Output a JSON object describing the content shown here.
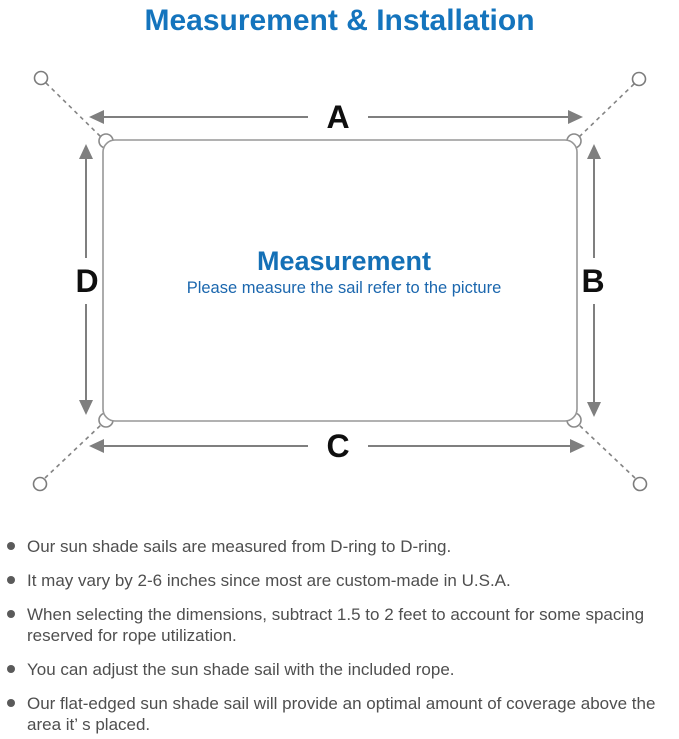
{
  "title": "Measurement & Installation",
  "colors": {
    "title_blue": "#1474bd",
    "center_heading_blue": "#1470b6",
    "center_subtext_blue": "#1b67ae",
    "diagram_line_gray": "#7f7f7f",
    "edge_letter_black": "#0f0f0f",
    "body_text_gray": "#4f4f4f"
  },
  "diagram": {
    "center_heading": "Measurement",
    "center_subtext": "Please measure the sail refer to the picture",
    "edge_labels": {
      "top": "A",
      "right": "B",
      "bottom": "C",
      "left": "D"
    }
  },
  "bullets": [
    "Our sun shade sails are measured from D-ring to D-ring.",
    "It may vary by 2-6 inches since most are custom-made in U.S.A.",
    "When selecting the dimensions, subtract 1.5 to 2 feet to account for some spacing reserved for rope utilization.",
    "You can adjust the sun shade sail with the included rope.",
    "Our flat-edged sun shade sail will provide an optimal amount of coverage above the area it’ s placed."
  ]
}
